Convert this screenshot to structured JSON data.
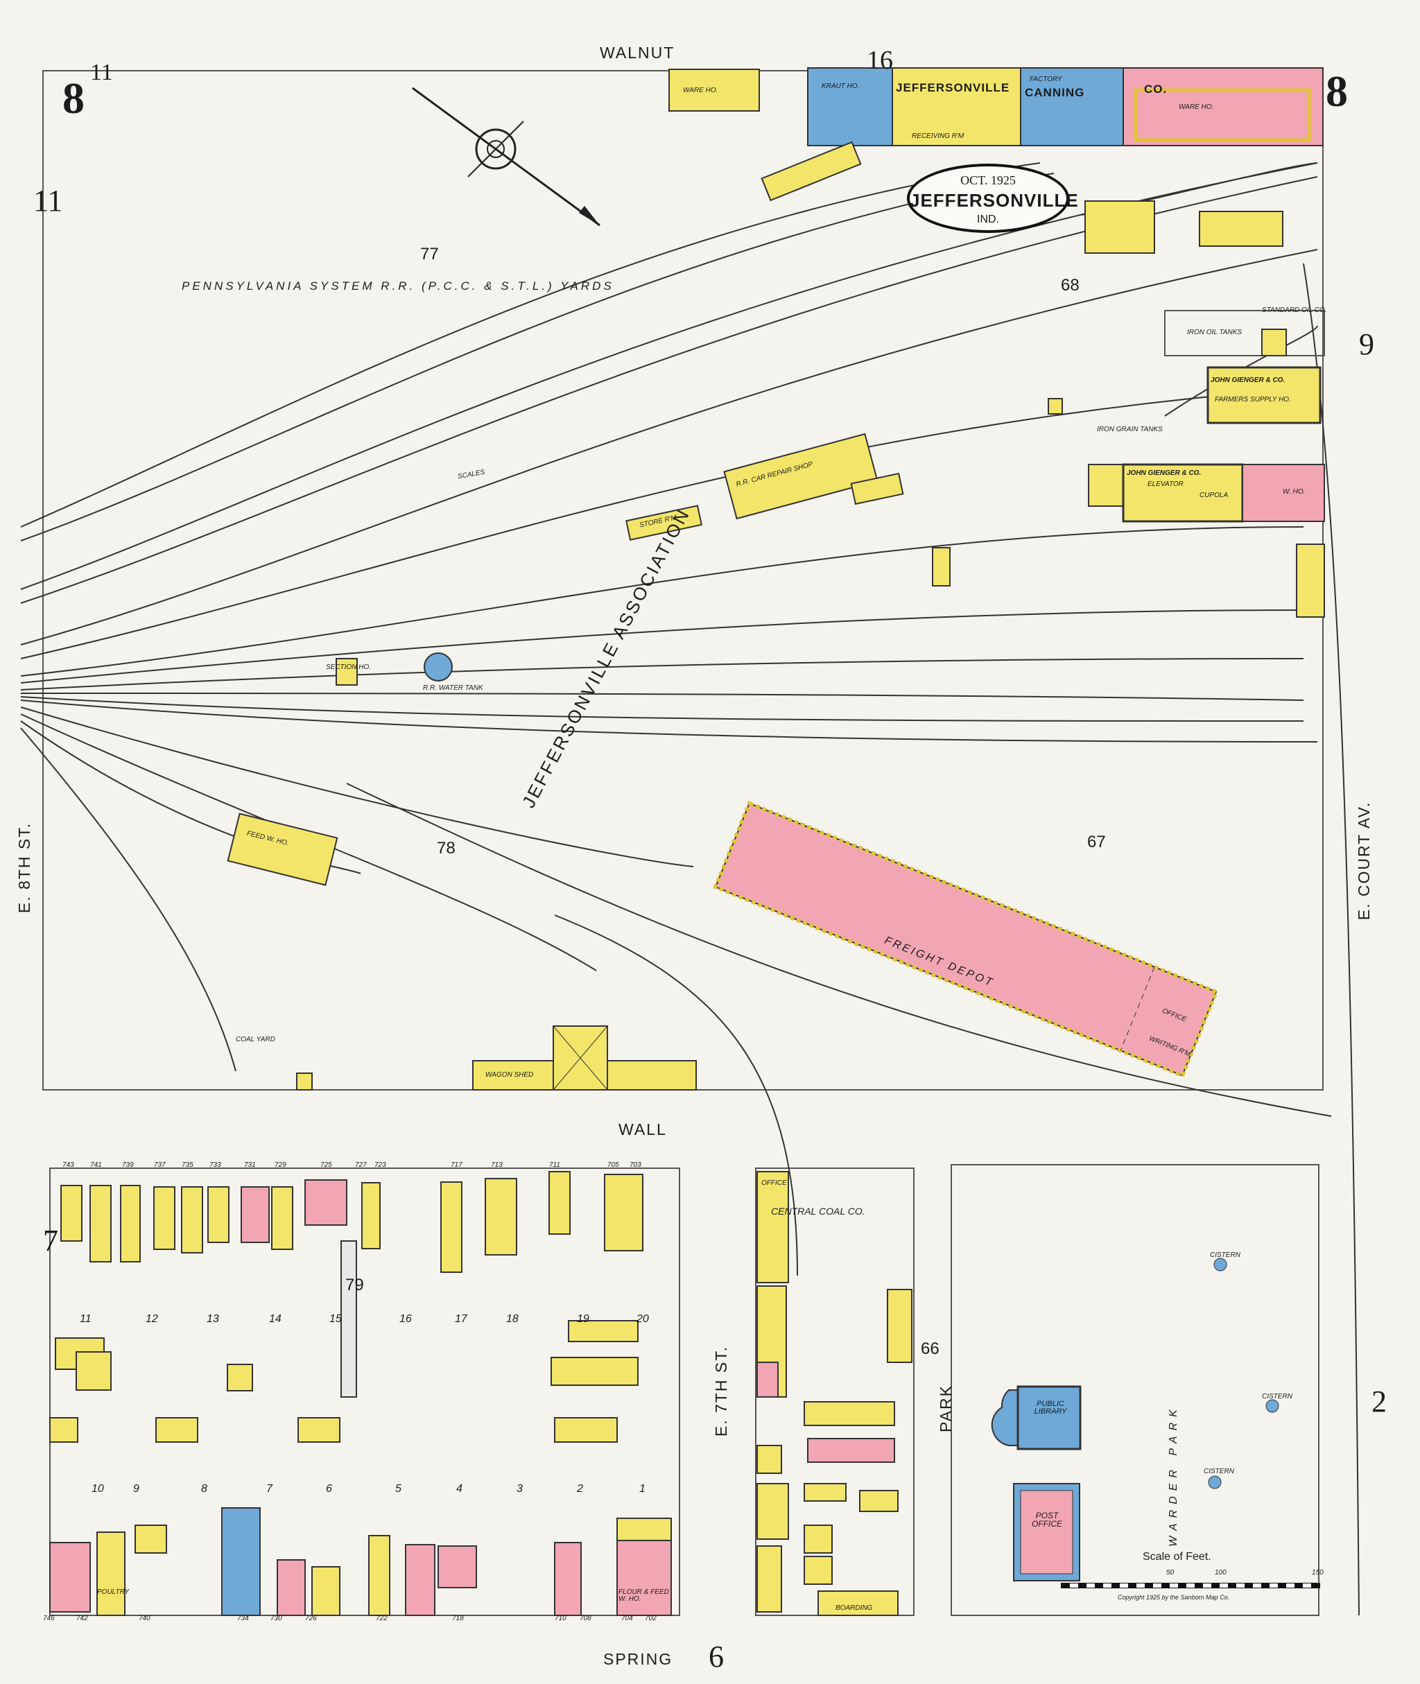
{
  "map": {
    "sheet_number": "8",
    "city_title": "JEFFERSONVILLE",
    "state": "IND.",
    "date": "OCT. 1925",
    "adjacent_sheets": {
      "top_left": "11",
      "left": "11",
      "right_upper": "9",
      "right_lower": "2",
      "bottom_left": "7",
      "bottom": "6",
      "top": "16"
    },
    "colors": {
      "paper": "#f4f3ee",
      "frame": "#d8d8d8",
      "yellow": "#f3e56a",
      "pink": "#f2a6b4",
      "blue": "#6ea9d8",
      "track": "#333333"
    }
  },
  "streets": {
    "walnut": "WALNUT",
    "wall": "WALL",
    "spring": "SPRING",
    "e8th": "E. 8TH ST.",
    "e7th": "E. 7TH ST.",
    "court": "E. COURT AV.",
    "park": "PARK"
  },
  "blocks": [
    "77",
    "68",
    "78",
    "67",
    "79",
    "66"
  ],
  "railroad": {
    "title": "PENNSYLVANIA SYSTEM R.R. (P.C.C. & S.T.L.) YARDS",
    "association": "JEFFERSONVILLE ASSOCIATION"
  },
  "buildings": {
    "canning_left": "JEFFERSONVILLE",
    "canning_mid": "CANNING",
    "canning_right": "CO.",
    "kraut_ho": "KRAUT HO.",
    "factory": "FACTORY",
    "ware_ho_1": "WARE HO.",
    "ware_ho_2": "WARE HO.",
    "receiving": "RECEIVING R'M",
    "standard_oil": "STANDARD OIL CO.",
    "iron_oil_tanks": "IRON OIL TANKS",
    "giengers_farmers": "JOHN GIENGER & CO.",
    "farmers_supply": "FARMERS SUPPLY HO.",
    "giengers_elevator": "JOHN GIENGER & CO.",
    "elevator": "ELEVATOR",
    "cupola": "CUPOLA",
    "grain_tanks": "IRON GRAIN TANKS",
    "wh": "W. HO.",
    "repair_shop": "R.R. CAR REPAIR SHOP",
    "store_rm": "STORE R'M",
    "scales": "SCALES",
    "section_ho": "SECTION HO.",
    "water_tank": "R.R. WATER TANK",
    "feed_wh": "FEED W. HO.",
    "freight_depot": "FREIGHT DEPOT",
    "office": "OFFICE",
    "writing_rm": "WRITING R'M",
    "wagon_shed": "WAGON SHED",
    "coal_yard": "COAL YARD",
    "central_coal": "CENTRAL COAL CO.",
    "coal_office": "OFFICE",
    "public_library": "PUBLIC LIBRARY",
    "post_office": "POST OFFICE",
    "warder_park": "WARDER PARK",
    "cistern": "CISTERN",
    "poultry": "POULTRY",
    "flour_feed": "FLOUR & FEED W. HO.",
    "boarding": "BOARDING"
  },
  "house_numbers_wall": [
    "743",
    "741",
    "739",
    "737",
    "735",
    "733",
    "731",
    "729",
    "725",
    "727",
    "723",
    "717",
    "713",
    "711",
    "705",
    "703"
  ],
  "house_numbers_spring": [
    "746",
    "742",
    "740",
    "734",
    "730",
    "726",
    "722",
    "718",
    "710",
    "708",
    "704",
    "702"
  ],
  "lot_numbers_upper": [
    "11",
    "12",
    "13",
    "14",
    "15",
    "16",
    "17",
    "18",
    "19",
    "20"
  ],
  "lot_numbers_lower": [
    "10",
    "9",
    "8",
    "7",
    "6",
    "5",
    "4",
    "3",
    "2",
    "1"
  ],
  "scale": {
    "label": "Scale of Feet.",
    "ticks": [
      "50",
      "100",
      "150"
    ]
  },
  "copyright": "Copyright 1925 by the Sanborn Map Co."
}
